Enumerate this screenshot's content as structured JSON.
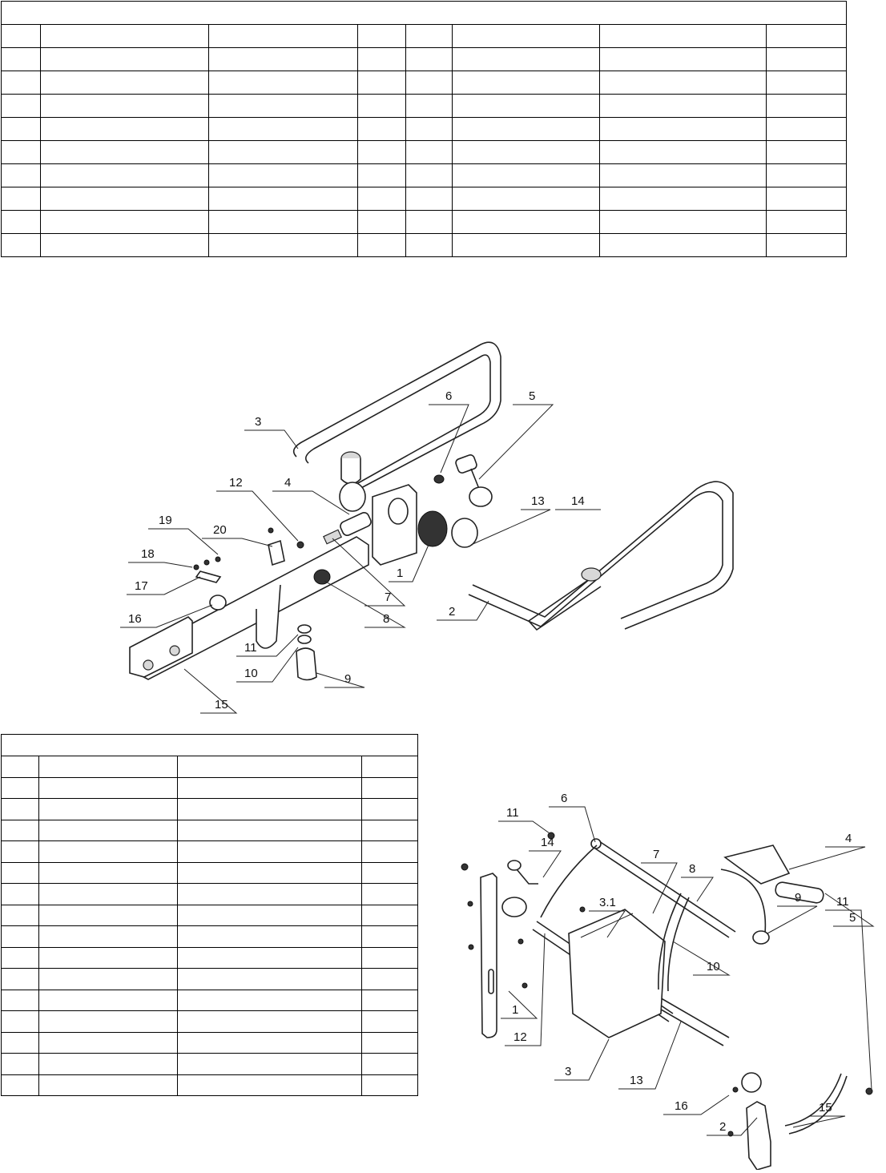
{
  "top_table": {
    "title": "",
    "rows": 10,
    "columns": 8
  },
  "drawing_top": {
    "callouts": [
      "1",
      "2",
      "3",
      "4",
      "5",
      "6",
      "7",
      "8",
      "9",
      "10",
      "11",
      "12",
      "13",
      "14",
      "15",
      "16",
      "17",
      "18",
      "19",
      "20"
    ]
  },
  "bottom_table": {
    "title": "",
    "rows": 16,
    "columns": 4
  },
  "drawing_bottom": {
    "callouts": [
      "1",
      "2",
      "3",
      "3.1",
      "4",
      "5",
      "6",
      "7",
      "8",
      "9",
      "10",
      "11",
      "11",
      "12",
      "13",
      "14",
      "15",
      "16"
    ]
  }
}
